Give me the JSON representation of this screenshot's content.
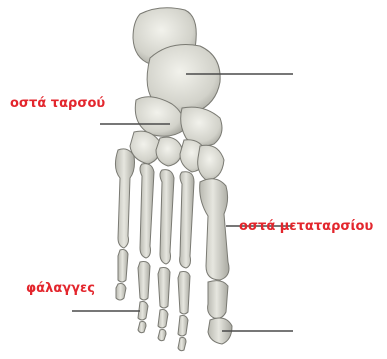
{
  "colors": {
    "label": "#e3262d",
    "leader": "#4a4a4a",
    "bone_fill": "#dcdcd4",
    "bone_shade": "#9a9a92",
    "bone_edge": "#6f6f68",
    "bone_highlight": "#f4f4ef"
  },
  "labels": {
    "tarsal_bones": "οστά ταρσού",
    "metatarsal_bones": "οστά μεταταρσίου",
    "phalanges": "φάλαγγες"
  }
}
